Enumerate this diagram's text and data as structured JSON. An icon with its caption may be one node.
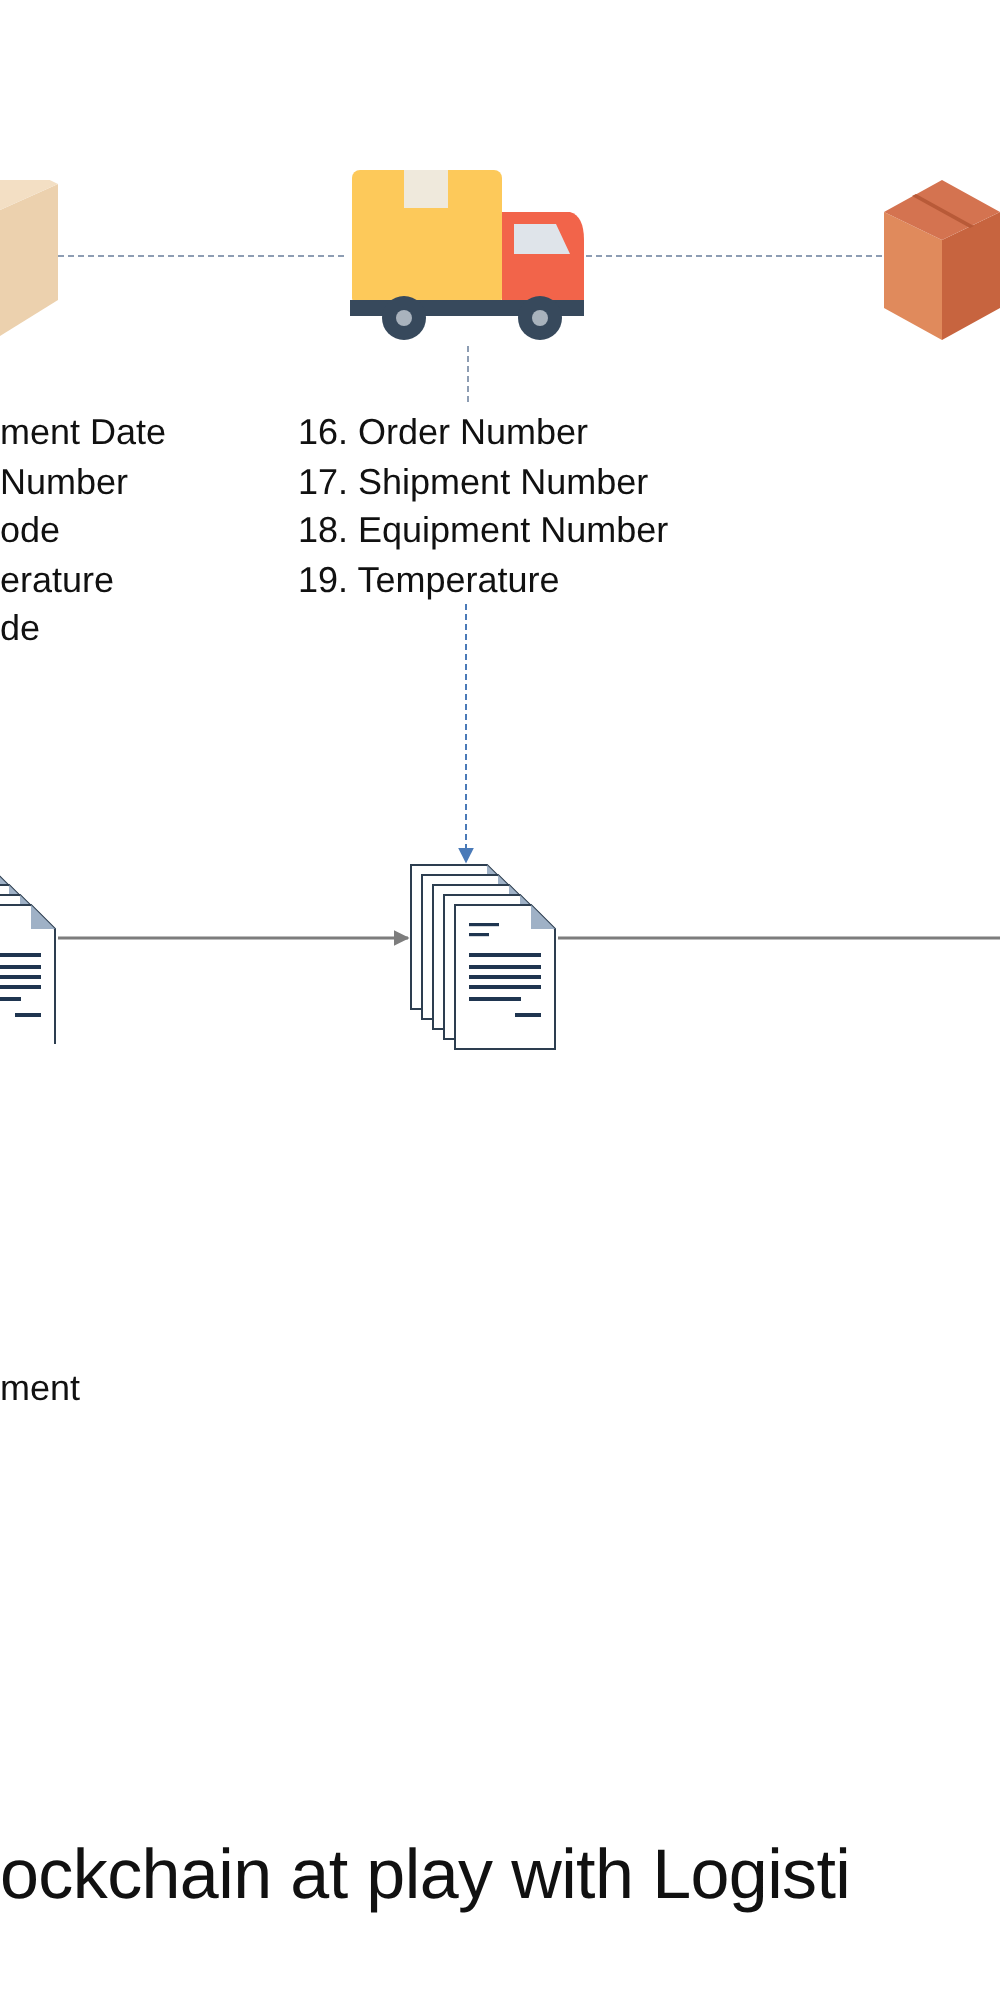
{
  "diagram": {
    "title": "ockchain at play with Logisti",
    "nodes": [
      {
        "text": [],
        "shape": "package"
      },
      {
        "text": [],
        "shape": "truck"
      },
      {
        "text": [],
        "shape": "package"
      },
      {
        "text": [
          "ment Date",
          "Number",
          "ode",
          "erature",
          "de"
        ]
      },
      {
        "text": [
          "16. Order Number",
          "17. Shipment Number",
          "18. Equipment Number",
          "19. Temperature"
        ]
      },
      {
        "text": [],
        "shape": "document"
      },
      {
        "text": [],
        "shape": "document"
      }
    ],
    "edges": [
      {
        "from": 0,
        "to": 1,
        "arrow": "none",
        "style": "dashed"
      },
      {
        "from": 1,
        "to": 2,
        "arrow": "none",
        "style": "dashed"
      },
      {
        "from": 1,
        "to": 4,
        "arrow": "none",
        "style": "dashed"
      },
      {
        "from": 4,
        "to": 6,
        "arrow": "to",
        "style": "dashed",
        "color": "#4a7ab8"
      },
      {
        "from": 5,
        "to": 6,
        "arrow": "to"
      },
      {
        "from": 6,
        "to": null,
        "arrow": "none"
      }
    ],
    "labels": [
      "ment"
    ]
  }
}
